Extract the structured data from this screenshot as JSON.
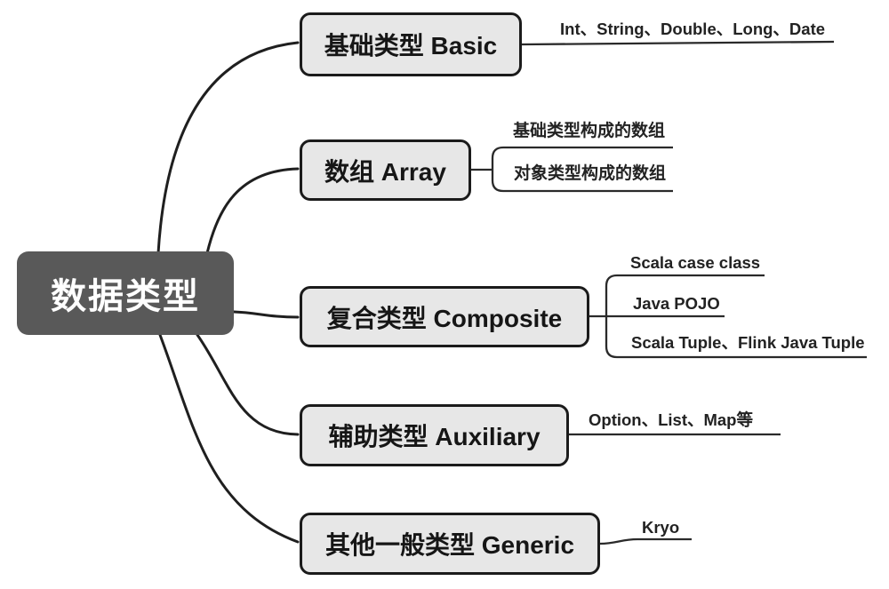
{
  "mindmap": {
    "root": {
      "label": "数据类型"
    },
    "branches": [
      {
        "label": "基础类型 Basic",
        "leaves": [
          "Int、String、Double、Long、Date"
        ]
      },
      {
        "label": "数组 Array",
        "leaves": [
          "基础类型构成的数组",
          "对象类型构成的数组"
        ]
      },
      {
        "label": "复合类型 Composite",
        "leaves": [
          "Scala case class",
          "Java POJO",
          "Scala Tuple、Flink Java Tuple"
        ]
      },
      {
        "label": "辅助类型 Auxiliary",
        "leaves": [
          "Option、List、Map等"
        ]
      },
      {
        "label": "其他一般类型 Generic",
        "leaves": [
          "Kryo"
        ]
      }
    ],
    "colors": {
      "background": "#ffffff",
      "root_fill": "#595959",
      "root_text": "#ffffff",
      "branch_fill": "#e7e7e7",
      "branch_border": "#1b1b1b",
      "line": "#1f1f1f",
      "leaf_text": "#222222"
    }
  }
}
